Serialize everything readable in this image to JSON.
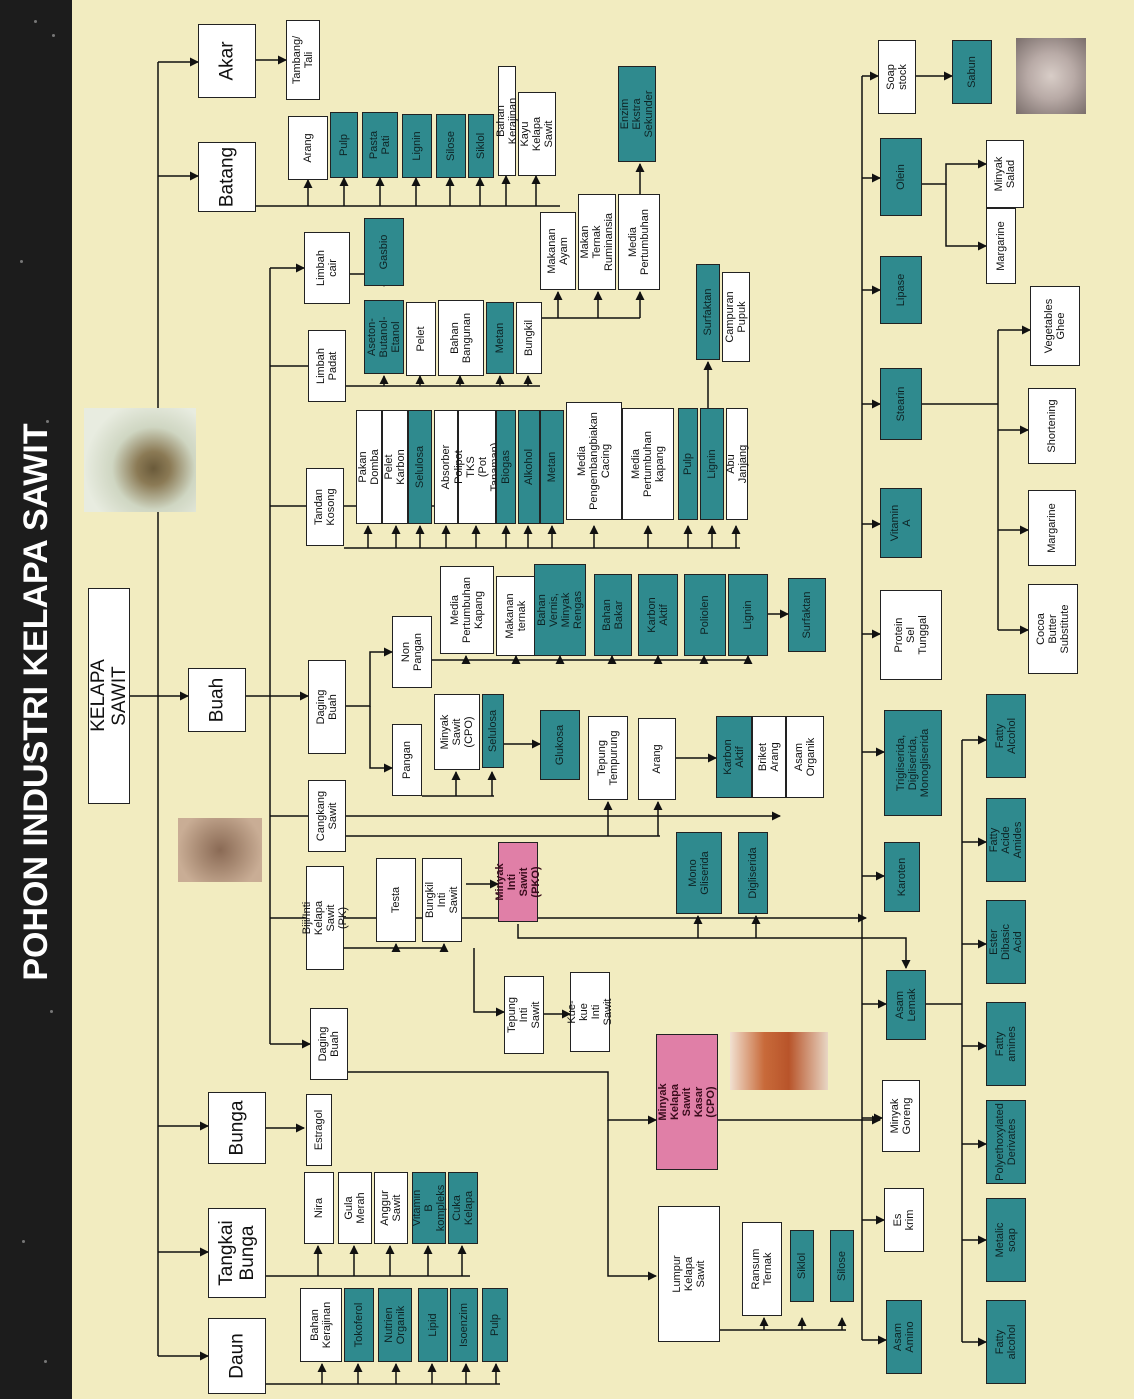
{
  "title": "POHON INDUSTRI KELAPA SAWIT",
  "colors": {
    "teal": "#2f8a8e",
    "pink": "#e07fa7",
    "background": "#f2ecc0",
    "title_band": "#1c1c1c"
  },
  "nodes": {
    "kelapa_sawit": "KELAPA SAWIT",
    "akar": "Akar",
    "tambang": "Tambang/\nTali",
    "batang": "Batang",
    "arang_batang": "Arang",
    "pulp_batang": "Pulp",
    "pasta_pati": "Pasta\nPati",
    "lignin_batang": "Lignin",
    "silose_batang": "Silose",
    "siklol_batang": "Siklol",
    "bahan_kerajinan_batang": "Bahan Kerajinan",
    "kayu_kelapa_sawit": "Kayu Kelapa\nSawit",
    "buah": "Buah",
    "limbah_cair": "Limbah\ncair",
    "gasbio": "Gasbio",
    "limbah_padat": "Limbah\nPadat",
    "aseton": "Aseton-\nButanol-\nEtanol",
    "pelet": "Pelet",
    "bahan_bangunan": "Bahan\nBangunan",
    "metan_lp": "Metan",
    "bungkil_lp": "Bungkil",
    "makanan_ayam": "Makanan\nAyam",
    "makan_ternak_ruminansia": "Makan Ternak\nRuminansia",
    "media_pertumbuhan_lp": "Media\nPertumbuhan",
    "enzim": "Enzim Ekstra\nSekunder",
    "tandan_kosong": "Tandan\nKosong",
    "pakan_domba": "Pakan Domba",
    "pelet_karbon": "Pelet Karbon",
    "selulosa_tk": "Selulosa",
    "absorber": "Absorber",
    "polipot": "Polipot TKS\n(Pot Tanaman)",
    "biogas": "Biogas",
    "alkohol": "Alkohol",
    "metan_tk": "Metan",
    "media_cacing": "Media\nPengembangbiakan\nCacing",
    "media_kapang_tk": "Media\nPertumbuhan\nkapang",
    "pulp_tk": "Pulp",
    "lignin_tk": "Lignin",
    "abu_janjang": "Abu Janjang",
    "surfaktan_tk": "Surfaktan",
    "campuran_pupuk": "Campuran Pupuk",
    "daging_buah_1": "Daging Buah",
    "non_pangan": "Non\nPangan",
    "media_kapang_db": "Media\nPertumbuhan\nKapang",
    "makanan_ternak_db": "Makanan\nternak",
    "bahan_vernis": "Bahan Vernis,\nMinyak\nRengas",
    "bahan_bakar": "Bahan\nBakar",
    "karbon_aktif_db": "Karbon Aktif",
    "poliolen": "Poliolen",
    "lignin_db": "Lignin",
    "surfaktan_db": "Surfaktan",
    "pangan": "Pangan",
    "minyak_cpo_small": "Minyak\nSawit (CPO)",
    "selulosa_db": "Selulosa",
    "glukosa": "Glukosa",
    "cangkang": "Cangkang\nSawit",
    "tepung_tempurung": "Tepung\nTempurung",
    "arang_cangkang": "Arang",
    "karbon_aktif_c": "Karbon Aktif",
    "briket_arang": "Briket Arang",
    "asam_organik": "Asam\nOrganik",
    "biji_inti": "Biji/Inti Kelapa Sawit\n(PK)",
    "testa": "Testa",
    "bungkil_inti": "Bungkil Inti\nSawit",
    "pko": "Minyak Inti\nSawit (PKO)",
    "monogliserida": "Mono\nGliserida",
    "digliserida": "Digliserida",
    "tepung_inti": "Tepung Inti\nSawit",
    "kue_inti": "Kue-kue Inti\nSawit",
    "daging_buah_2": "Daging\nBuah",
    "cpo": "Minyak Kelapa Sawit\nKasar (CPO)",
    "lumpur": "Lumpur Kelapa Sawit",
    "ransum": "Ransum\nTernak",
    "siklol_lumpur": "Siklol",
    "silose_lumpur": "Silose",
    "bunga": "Bunga",
    "estragol": "Estragol",
    "tangkai_bunga": "Tangkai\nBunga",
    "nira": "Nira",
    "gula_merah": "Gula\nMerah",
    "anggur_sawit": "Anggur\nSawit",
    "vitamin_b": "Vitamin B\nkompleks",
    "cuka_kelapa": "Cuka\nKelapa",
    "daun": "Daun",
    "bahan_kerajinan_daun": "Bahan\nKerajinan",
    "tokoferol": "Tokoferol",
    "nutrien_organik": "Nutrien\nOrganik",
    "lipid": "Lipid",
    "isoenzim": "Isoenzim",
    "pulp_daun": "Pulp",
    "soap_stock": "Soap stock",
    "sabun": "Sabun",
    "olein": "Olein",
    "minyak_salad": "Minyak\nSalad",
    "margarine_olein": "Margarine",
    "lipase": "Lipase",
    "stearin": "Stearin",
    "vegetables_ghee": "Vegetables\nGhee",
    "shortening": "Shortening",
    "margarine_stearin": "Margarine",
    "cocoa_butter": "Cocoa Butter\nSubstitute",
    "vitamin_a": "Vitamin A",
    "protein_sel": "Protein Sel\nTunggal",
    "trigliserida": "Trigliserida,\nDigliserida,\nMonogliserida",
    "karoten": "Karoten",
    "asam_lemak": "Asam\nLemak",
    "minyak_goreng": "Minyak\nGoreng",
    "es_krim": "Es krim",
    "asam_amino": "Asam\nAmino",
    "fatty_alcohol_1": "Fatty Alcohol",
    "fatty_acid_amides": "Fatty Acide\nAmides",
    "ester_dibasic": "Ester Dibasic\nAcid",
    "fatty_amines": "Fatty\namines",
    "polyethoxylated": "Polyethoxylated\nDerivates",
    "metalic_soap": "Metalic\nsoap",
    "fatty_alcohol_2": "Fatty\nalcohol"
  }
}
